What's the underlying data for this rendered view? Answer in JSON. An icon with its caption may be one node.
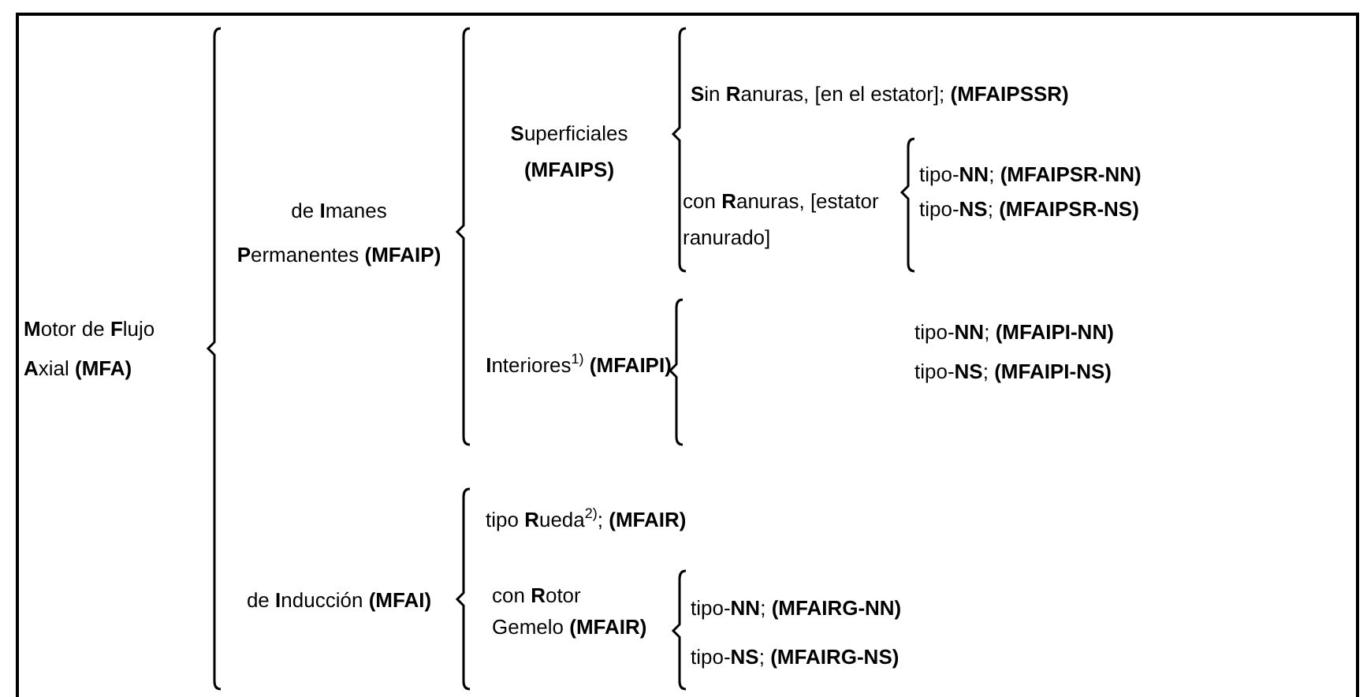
{
  "diagram": {
    "labels": [
      "**M**otor de **F**lujo **A**xial **(MFA)**",
      "de **I**manes **P**ermanentes **(MFAIP)**",
      "**S**uperficiales **(MFAIPS)**",
      "**S**in **R**anuras, [en el estator]; **(MFAIPSSR)**",
      "con **R**anuras, [estator ranurado]",
      "tipo-**NN**; **(MFAIPSR-NN)**",
      "tipo-**NS**; **(MFAIPSR-NS)**",
      "**I**nteriores$^{1)}$ **(MFAIPI)**",
      "tipo-**NN**; **(MFAIPI-NN)**",
      "tipo-**NS**; **(MFAIPI-NS)**",
      "de **I**nducción **(MFAI)**",
      "tipo **R**ueda$^{2)}$; **(MFAIR)**",
      "con **R**otor Gemelo **(MFAIR)**",
      "tipo-**NN**; **(MFAIRG-NN)**",
      "tipo-**NS**; **(MFAIRG-NS)**"
    ]
  }
}
